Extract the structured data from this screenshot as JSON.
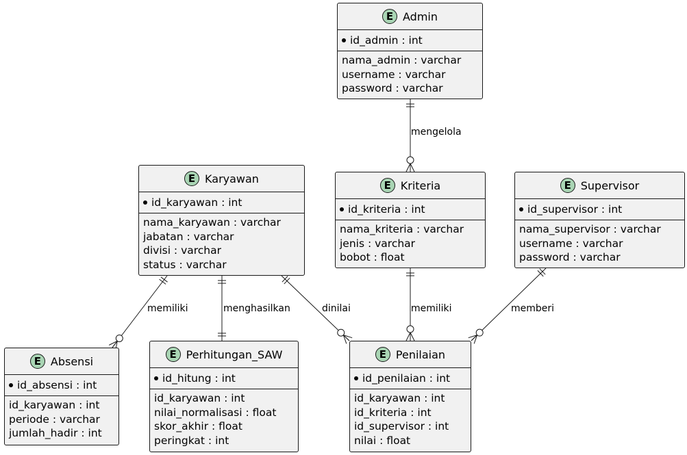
{
  "diagram": {
    "type": "ER diagram",
    "entity_badge": "E",
    "colors": {
      "entity_fill": "#f1f1f1",
      "badge_fill": "#a9d5b4",
      "line": "#181818"
    },
    "entities": {
      "admin": {
        "name": "Admin",
        "pk": "id_admin : int",
        "attrs": [
          "nama_admin : varchar",
          "username : varchar",
          "password : varchar"
        ]
      },
      "karyawan": {
        "name": "Karyawan",
        "pk": "id_karyawan : int",
        "attrs": [
          "nama_karyawan : varchar",
          "jabatan : varchar",
          "divisi : varchar",
          "status : varchar"
        ]
      },
      "kriteria": {
        "name": "Kriteria",
        "pk": "id_kriteria : int",
        "attrs": [
          "nama_kriteria : varchar",
          "jenis : varchar",
          "bobot : float"
        ]
      },
      "supervisor": {
        "name": "Supervisor",
        "pk": "id_supervisor : int",
        "attrs": [
          "nama_supervisor : varchar",
          "username : varchar",
          "password : varchar"
        ]
      },
      "absensi": {
        "name": "Absensi",
        "pk": "id_absensi : int",
        "attrs": [
          "id_karyawan : int",
          "periode : varchar",
          "jumlah_hadir : int"
        ]
      },
      "perhitungan": {
        "name": "Perhitungan_SAW",
        "pk": "id_hitung : int",
        "attrs": [
          "id_karyawan : int",
          "nilai_normalisasi : float",
          "skor_akhir : float",
          "peringkat : int"
        ]
      },
      "penilaian": {
        "name": "Penilaian",
        "pk": "id_penilaian : int",
        "attrs": [
          "id_karyawan : int",
          "id_kriteria : int",
          "id_supervisor : int",
          "nilai : float"
        ]
      }
    },
    "relationships": [
      {
        "from": "Admin",
        "to": "Kriteria",
        "label": "mengelola",
        "from_card": "exactly-one",
        "to_card": "zero-or-many"
      },
      {
        "from": "Karyawan",
        "to": "Absensi",
        "label": "memiliki",
        "from_card": "exactly-one",
        "to_card": "zero-or-many"
      },
      {
        "from": "Karyawan",
        "to": "Perhitungan_SAW",
        "label": "menghasilkan",
        "from_card": "exactly-one",
        "to_card": "exactly-one"
      },
      {
        "from": "Karyawan",
        "to": "Penilaian",
        "label": "dinilai",
        "from_card": "exactly-one",
        "to_card": "zero-or-many"
      },
      {
        "from": "Kriteria",
        "to": "Penilaian",
        "label": "memiliki",
        "from_card": "exactly-one",
        "to_card": "zero-or-many"
      },
      {
        "from": "Supervisor",
        "to": "Penilaian",
        "label": "memberi",
        "from_card": "exactly-one",
        "to_card": "zero-or-many"
      }
    ]
  }
}
